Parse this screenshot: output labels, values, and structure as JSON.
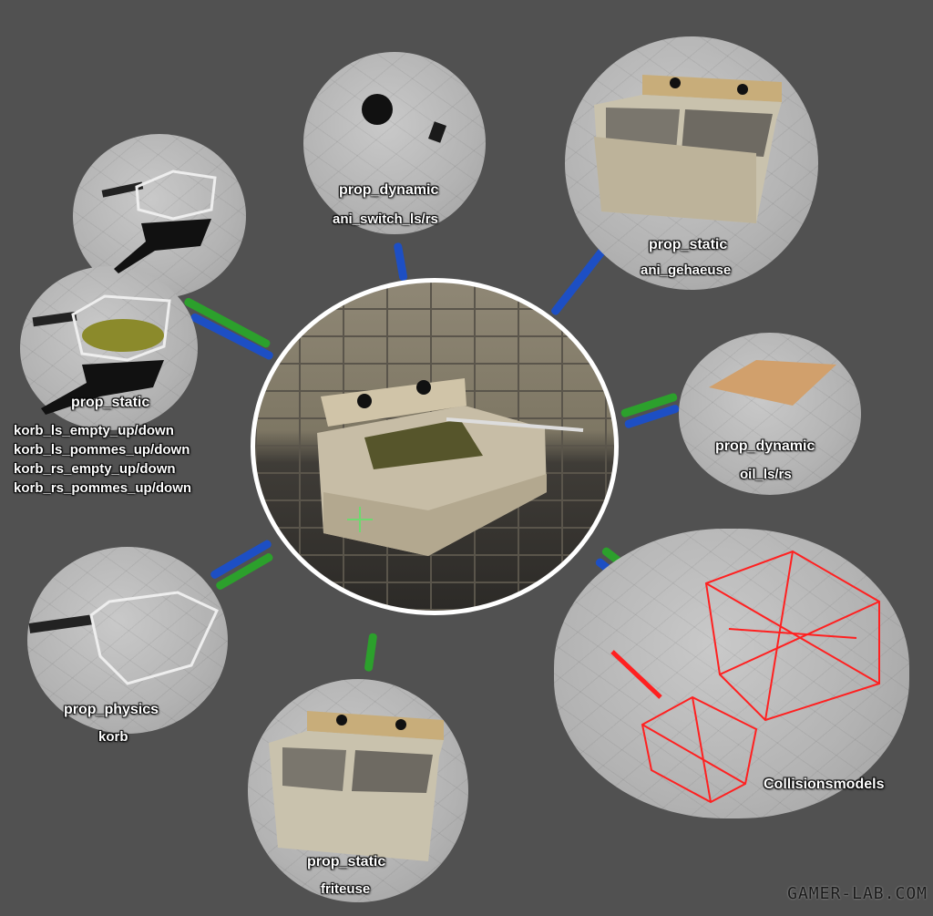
{
  "nodes": {
    "switch": {
      "title": "prop_dynamic",
      "sub": "ani_switch_ls/rs"
    },
    "housing": {
      "title": "prop_static",
      "sub": "ani_gehaeuse"
    },
    "baskets": {
      "title": "prop_static",
      "sub": [
        "korb_ls_empty_up/down",
        "korb_ls_pommes_up/down",
        "korb_rs_empty_up/down",
        "korb_rs_pommes_up/down"
      ]
    },
    "oil": {
      "title": "prop_dynamic",
      "sub": "oil_ls/rs"
    },
    "collision": {
      "title": "Collisionsmodels"
    },
    "physics": {
      "title": "prop_physics",
      "sub": "korb"
    },
    "fryer": {
      "title": "prop_static",
      "sub": "friteuse"
    }
  },
  "watermark": "GAMER-LAB.COM",
  "colors": {
    "background": "#515151",
    "connector_blue": "#1d4fc4",
    "connector_green": "#2ca02c",
    "collision_wire": "#ff2020"
  }
}
